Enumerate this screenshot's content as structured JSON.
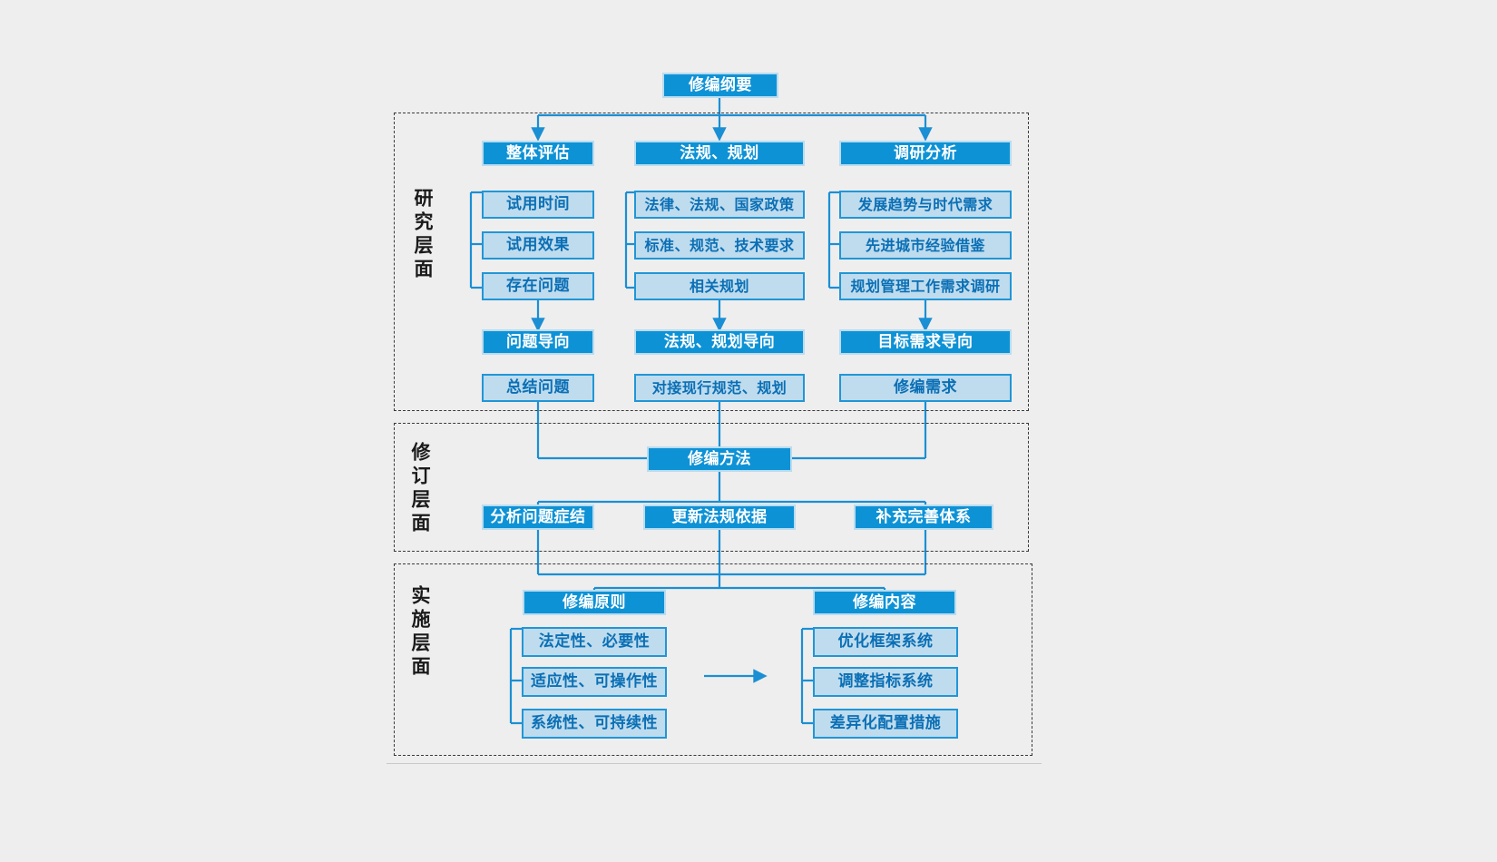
{
  "diagram": {
    "root": {
      "label": "修编纲要"
    },
    "layers": [
      {
        "id": "research",
        "label": "研究层面",
        "columns": [
          {
            "head": "整体评估",
            "items": [
              "试用时间",
              "试用效果",
              "存在问题"
            ],
            "orientation": "问题导向",
            "outcome": "总结问题"
          },
          {
            "head": "法规、规划",
            "items": [
              "法律、法规、国家政策",
              "标准、规范、技术要求",
              "相关规划"
            ],
            "orientation": "法规、规划导向",
            "outcome": "对接现行规范、规划"
          },
          {
            "head": "调研分析",
            "items": [
              "发展趋势与时代需求",
              "先进城市经验借鉴",
              "规划管理工作需求调研"
            ],
            "orientation": "目标需求导向",
            "outcome": "修编需求"
          }
        ]
      },
      {
        "id": "revision",
        "label": "修订层面",
        "head": "修编方法",
        "items": [
          "分析问题症结",
          "更新法规依据",
          "补充完善体系"
        ]
      },
      {
        "id": "implementation",
        "label": "实施层面",
        "groups": [
          {
            "head": "修编原则",
            "items": [
              "法定性、必要性",
              "适应性、可操作性",
              "系统性、可持续性"
            ]
          },
          {
            "head": "修编内容",
            "items": [
              "优化框架系统",
              "调整指标系统",
              "差异化配置措施"
            ]
          }
        ]
      }
    ],
    "colors": {
      "dark_fill": "#0e92d6",
      "dark_border": "#b9dcf0",
      "light_fill": "#bedcee",
      "light_border": "#2196d6",
      "light_text": "#0b6fb5",
      "connector": "#1b8fd4",
      "layer_border": "#3a3a3a",
      "background": "#eeeeee"
    }
  }
}
